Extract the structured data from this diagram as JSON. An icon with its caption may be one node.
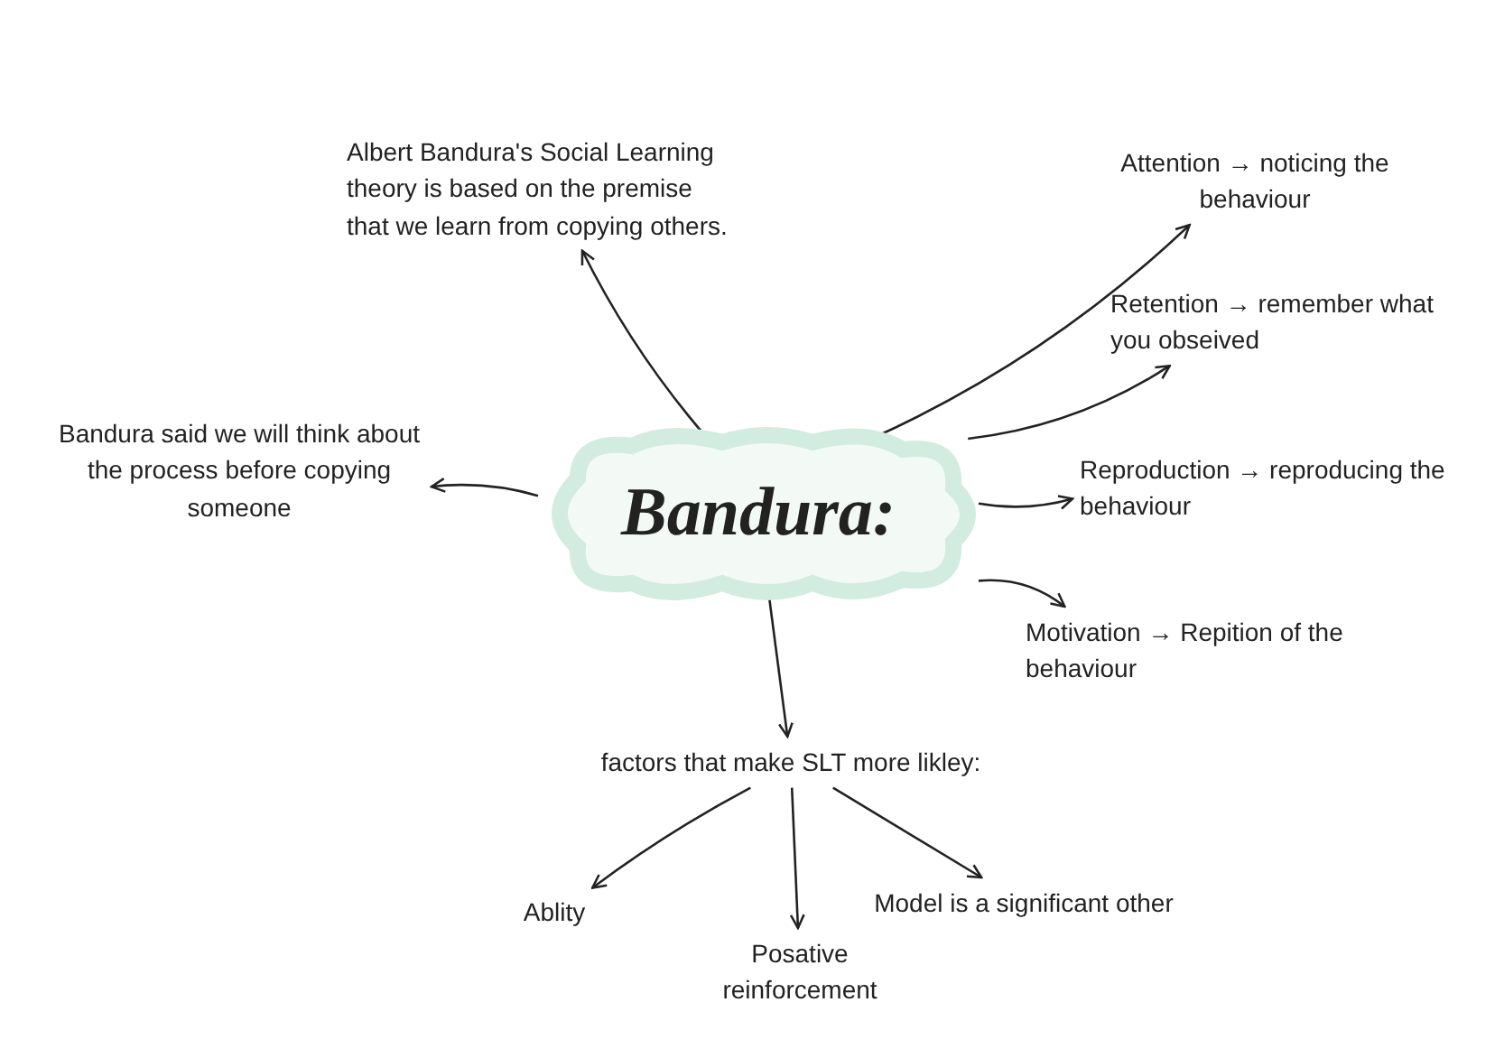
{
  "diagram": {
    "nodes": [
      {
        "text": [
          "Bandura:"
        ]
      },
      {
        "text": [
          "Albert Bandura's Social Learning theory is based on the premise that we learn from copying others."
        ]
      },
      {
        "text": [
          "Bandura said we will think about the process before copying someone"
        ]
      },
      {
        "text": [
          "Attention → noticing the behaviour"
        ]
      },
      {
        "text": [
          "Retention → remember what you obseived"
        ]
      },
      {
        "text": [
          "Reproduction → reproducing the behaviour"
        ]
      },
      {
        "text": [
          "Motivation → Repition of the behaviour"
        ]
      },
      {
        "text": [
          "factors that make SLT more likley:"
        ]
      },
      {
        "text": [
          "Ablity"
        ]
      },
      {
        "text": [
          "Posative reinforcement"
        ]
      },
      {
        "text": [
          "Model is a significant other"
        ]
      }
    ],
    "edges": [
      {
        "from": 0,
        "to": 1,
        "arrow": "to"
      },
      {
        "from": 0,
        "to": 2,
        "arrow": "to"
      },
      {
        "from": 0,
        "to": 3,
        "arrow": "to"
      },
      {
        "from": 0,
        "to": 4,
        "arrow": "to"
      },
      {
        "from": 0,
        "to": 5,
        "arrow": "to"
      },
      {
        "from": 0,
        "to": 6,
        "arrow": "to"
      },
      {
        "from": 0,
        "to": 7,
        "arrow": "to"
      },
      {
        "from": 7,
        "to": 8,
        "arrow": "to"
      },
      {
        "from": 7,
        "to": 9,
        "arrow": "to"
      },
      {
        "from": 7,
        "to": 10,
        "arrow": "to"
      }
    ]
  }
}
